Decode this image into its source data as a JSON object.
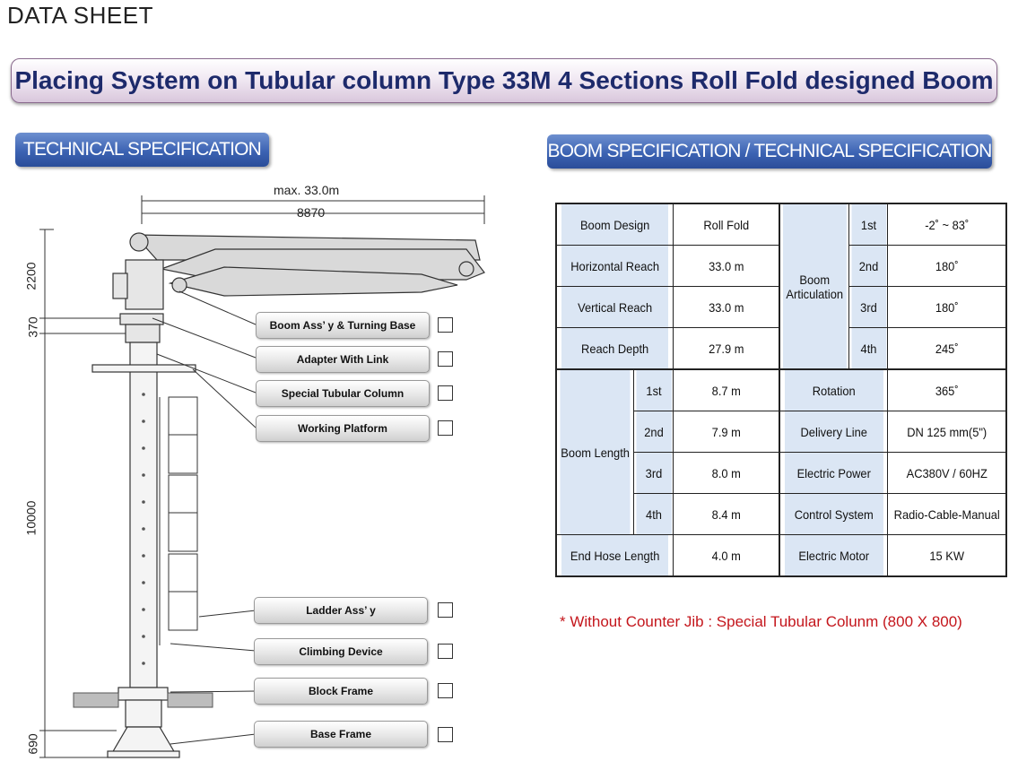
{
  "sheet_title": "DATA SHEET",
  "banner_title": "Placing System on Tubular column Type 33M 4 Sections Roll Fold designed Boom",
  "tabs": {
    "technical": "TECHNICAL SPECIFICATION",
    "boom": "BOOM SPECIFICATION / TECHNICAL SPECIFICATION"
  },
  "dimensions": {
    "max_reach": "max. 33.0m",
    "width": "8870",
    "h1": "2200",
    "h2": "370",
    "h3": "10000",
    "h4": "690"
  },
  "parts": [
    "Boom Ass’ y & Turning Base",
    "Adapter With Link",
    "Special Tubular Column",
    "Working Platform",
    "Ladder Ass’ y",
    "Climbing Device",
    "Block Frame",
    "Base Frame"
  ],
  "table": {
    "boom_design": {
      "label": "Boom Design",
      "value": "Roll Fold"
    },
    "horizontal_reach": {
      "label": "Horizontal Reach",
      "value": "33.0 m"
    },
    "vertical_reach": {
      "label": "Vertical Reach",
      "value": "33.0 m"
    },
    "reach_depth": {
      "label": "Reach Depth",
      "value": "27.9 m"
    },
    "boom_articulation": {
      "label_l1": "Boom",
      "label_l2": "Articulation",
      "rows": [
        {
          "section": "1st",
          "value": "-2˚ ~ 83˚"
        },
        {
          "section": "2nd",
          "value": "180˚"
        },
        {
          "section": "3rd",
          "value": "180˚"
        },
        {
          "section": "4th",
          "value": "245˚"
        }
      ]
    },
    "boom_length": {
      "label": "Boom Length",
      "rows": [
        {
          "section": "1st",
          "value": "8.7 m"
        },
        {
          "section": "2nd",
          "value": "7.9 m"
        },
        {
          "section": "3rd",
          "value": "8.0 m"
        },
        {
          "section": "4th",
          "value": "8.4 m"
        }
      ]
    },
    "end_hose_length": {
      "label": "End Hose Length",
      "value": "4.0 m"
    },
    "rotation": {
      "label": "Rotation",
      "value": "365˚"
    },
    "delivery_line": {
      "label": "Delivery Line",
      "value": "DN 125 mm(5\")"
    },
    "electric_power": {
      "label": "Electric Power",
      "value": "AC380V / 60HZ"
    },
    "control_system": {
      "label": "Control System",
      "value": "Radio-Cable-Manual"
    },
    "electric_motor": {
      "label": "Electric Motor",
      "value": "15 KW"
    }
  },
  "note": "* Without Counter Jib : Special Tubular Colunm (800 X 800)",
  "colors": {
    "banner_text": "#1d2a6b",
    "tab_blue": "#3c63b3",
    "table_label_bg": "#dbe6f4",
    "note_red": "#c4161c"
  }
}
